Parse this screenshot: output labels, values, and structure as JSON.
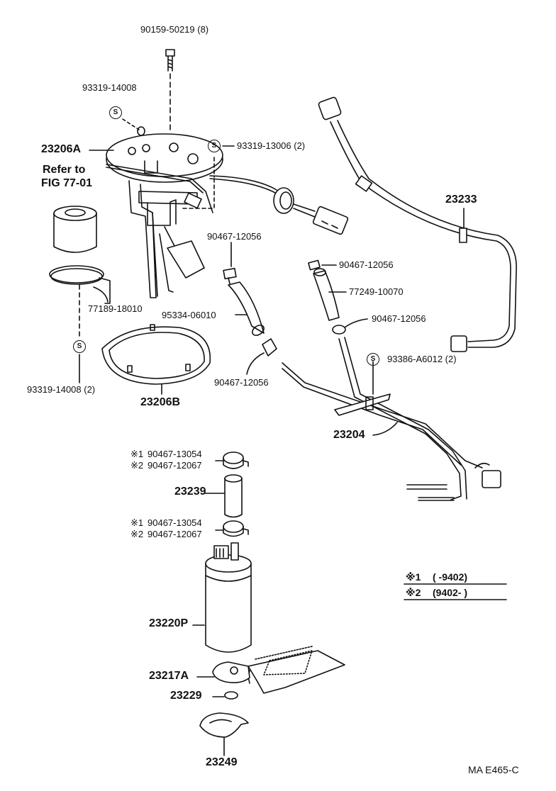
{
  "parts": {
    "bolt": "90159-50219 (8)",
    "seal_top": "93319-14008",
    "sender_gauge": "23206A",
    "seal_gauge": "93319-13006 (2)",
    "refer_line1": "Refer to",
    "refer_line2": "FIG 77-01",
    "filter_bracket": "77189-18010",
    "seal_bottom": "93319-14008 (2)",
    "gasket": "23206B",
    "clip_upper_left": "90467-12056",
    "hose_left": "95334-06010",
    "clip_lower_left": "90467-12056",
    "clip_upper_right": "90467-12056",
    "hose_right": "77249-10070",
    "clip_lower_right": "90467-12056",
    "seal_tube": "93386-A6012 (2)",
    "fuel_hose_assy": "23233",
    "tube_assy": "23204",
    "clamp_a1": "90467-13054",
    "clamp_a2": "90467-12067",
    "pump_hose": "23239",
    "clamp_b1": "90467-13054",
    "clamp_b2": "90467-12067",
    "fuel_pump": "23220P",
    "pump_filter": "23217A",
    "cushion": "23229",
    "pump_cushion": "23249"
  },
  "marks": {
    "s": "S",
    "note1": "※1",
    "note2": "※2"
  },
  "legend": {
    "row1_mark": "※1",
    "row1_text": "(      -9402)",
    "row2_mark": "※2",
    "row2_text": "(9402-      )"
  },
  "footer": {
    "code": "MA E465-C"
  }
}
